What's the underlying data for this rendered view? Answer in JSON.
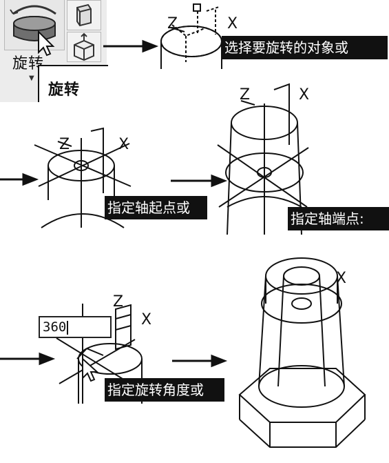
{
  "ribbon": {
    "button_label": "旋转",
    "tooltip_title": "旋转"
  },
  "axes": {
    "z": "Z",
    "x": "X"
  },
  "prompts": {
    "step1": "选择要旋转的对象或",
    "step2": "指定轴起点或",
    "step3": "指定轴端点:",
    "step4": "指定旋转角度或"
  },
  "angle_input": {
    "value": "360"
  },
  "icons": [
    "revolve-icon",
    "small-face-icon",
    "small-box-icon",
    "arrow-icon"
  ]
}
